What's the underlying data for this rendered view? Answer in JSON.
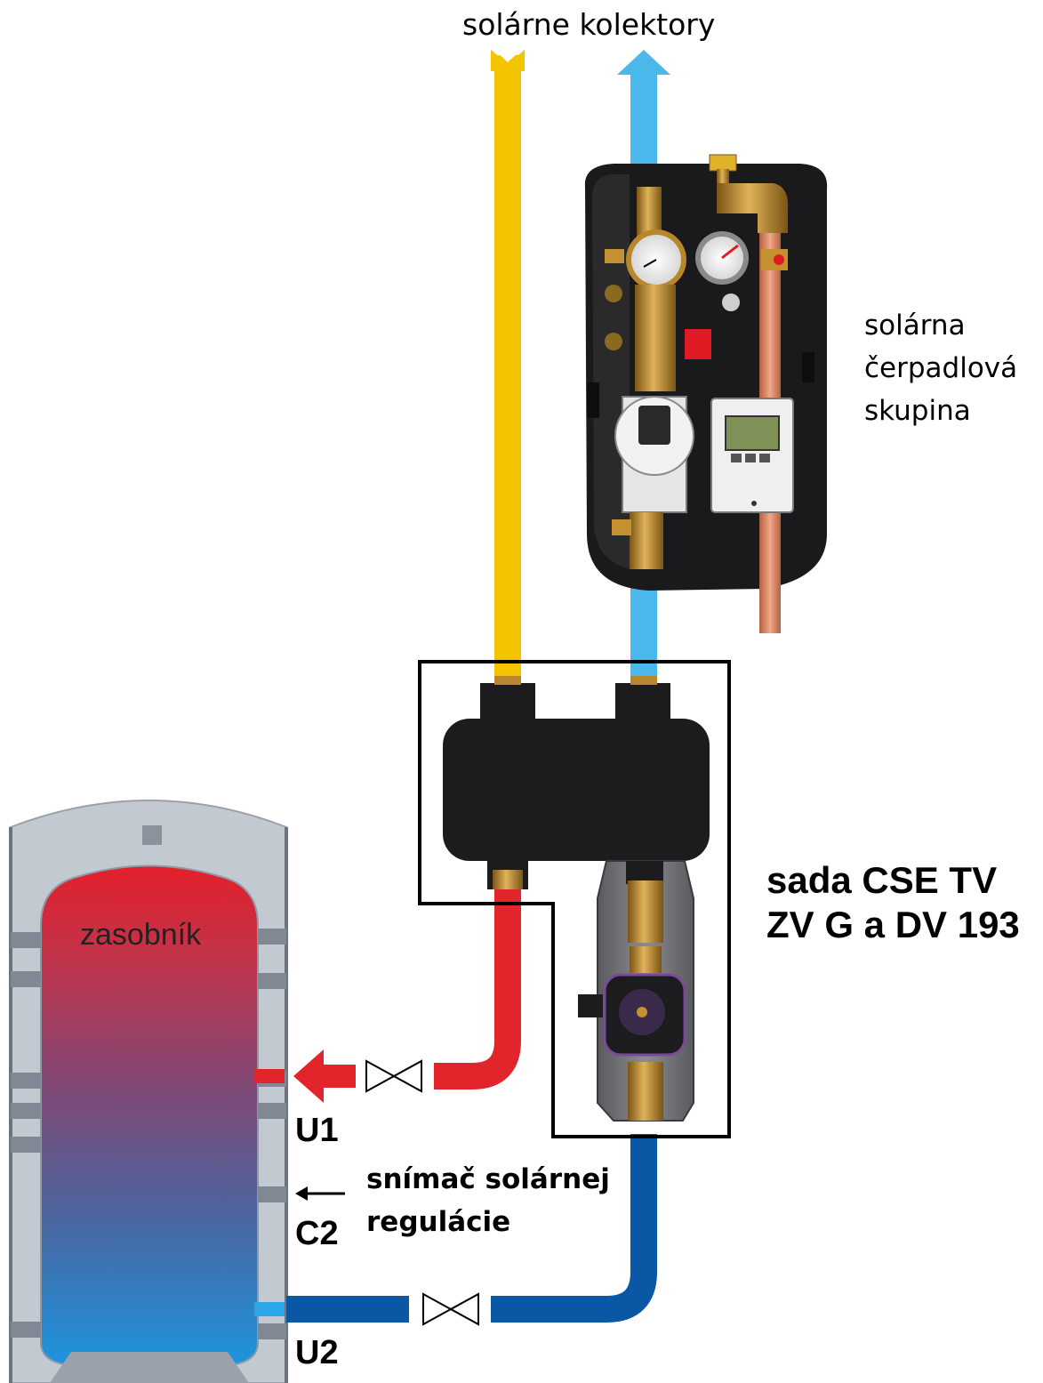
{
  "labels": {
    "collectors": "solárne kolektory",
    "pump_station": [
      "solárna",
      "čerpadlová",
      "skupina"
    ],
    "kit": [
      "sada CSE TV",
      "ZV G a DV 193"
    ],
    "tank": "zasobník",
    "port_u1": "U1",
    "port_c2": "C2",
    "port_u2": "U2",
    "sensor": [
      "snímač solárnej",
      "regulácie"
    ]
  },
  "colors": {
    "supply_line_yellow": "#f5c400",
    "return_line_light_blue": "#4ab8ea",
    "hot_line_red": "#e2252b",
    "cold_line_blue": "#0a57a6",
    "tank_top_red": "#e3202a",
    "tank_bottom_blue": "#1c96e0",
    "insulation_grey": "#c3c9d1",
    "housing_black": "#1a1a1c",
    "brass": "#b7862e"
  },
  "icons": [
    "valve-icon",
    "arrow-left-icon",
    "pressure-gauge-icon",
    "thermometer-gauge-icon",
    "controller-icon",
    "circulation-pump-icon"
  ]
}
